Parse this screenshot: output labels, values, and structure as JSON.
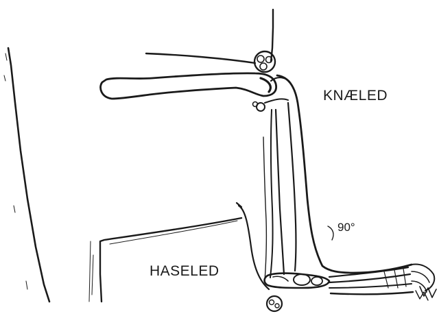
{
  "labels": {
    "knee_joint": "KNÆLED",
    "hock_joint": "HASELED",
    "angle": "90°"
  },
  "colors": {
    "ink": "#1a1a1a",
    "paper": "#ffffff"
  }
}
